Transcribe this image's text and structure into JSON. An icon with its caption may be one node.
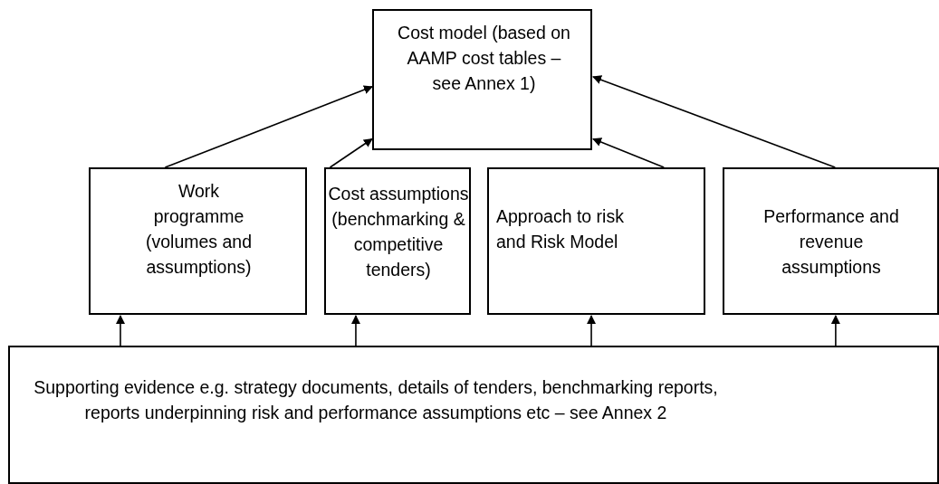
{
  "diagram": {
    "nodes": [
      {
        "text": [
          "Cost model (based on AAMP cost tables – see Annex 1)"
        ]
      },
      {
        "text": [
          "Work programme (volumes and assumptions)"
        ]
      },
      {
        "text": [
          "Cost assumptions (benchmarking & competitive tenders)"
        ]
      },
      {
        "text": [
          "Approach to risk and Risk Model"
        ]
      },
      {
        "text": [
          "Performance and revenue assumptions"
        ]
      },
      {
        "text": [
          "Supporting evidence e.g. strategy documents, details of tenders, benchmarking reports, reports underpinning risk and performance assumptions etc – see Annex 2"
        ]
      }
    ],
    "edges": [
      {
        "from": 1,
        "to": 0,
        "arrow": "to"
      },
      {
        "from": 2,
        "to": 0,
        "arrow": "to"
      },
      {
        "from": 3,
        "to": 0,
        "arrow": "to"
      },
      {
        "from": 4,
        "to": 0,
        "arrow": "to"
      },
      {
        "from": 5,
        "to": 1,
        "arrow": "to"
      },
      {
        "from": 5,
        "to": 2,
        "arrow": "to"
      },
      {
        "from": 5,
        "to": 3,
        "arrow": "to"
      },
      {
        "from": 5,
        "to": 4,
        "arrow": "to"
      }
    ]
  }
}
